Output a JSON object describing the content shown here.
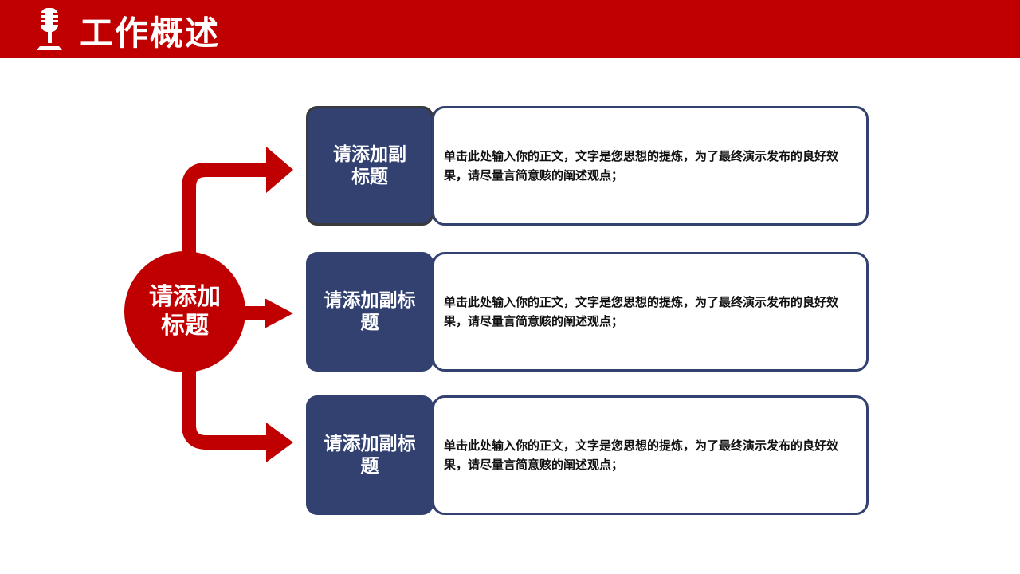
{
  "header": {
    "title": "工作概述",
    "icon": "microphone-icon"
  },
  "center": {
    "label": "请添加标题"
  },
  "items": [
    {
      "subtitle": "请添加副标题",
      "text": "单击此处输入你的正文，文字是您思想的提炼，为了最终演示发布的良好效果，请尽量言简意赅的阐述观点；"
    },
    {
      "subtitle": "请添加副标题",
      "text": "单击此处输入你的正文，文字是您思想的提炼，为了最终演示发布的良好效果，请尽量言简意赅的阐述观点；"
    },
    {
      "subtitle": "请添加副标题",
      "text": "单击此处输入你的正文，文字是您思想的提炼，为了最终演示发布的良好效果，请尽量言简意赅的阐述观点；"
    }
  ],
  "colors": {
    "red": "#c00000",
    "navy": "#324170"
  }
}
